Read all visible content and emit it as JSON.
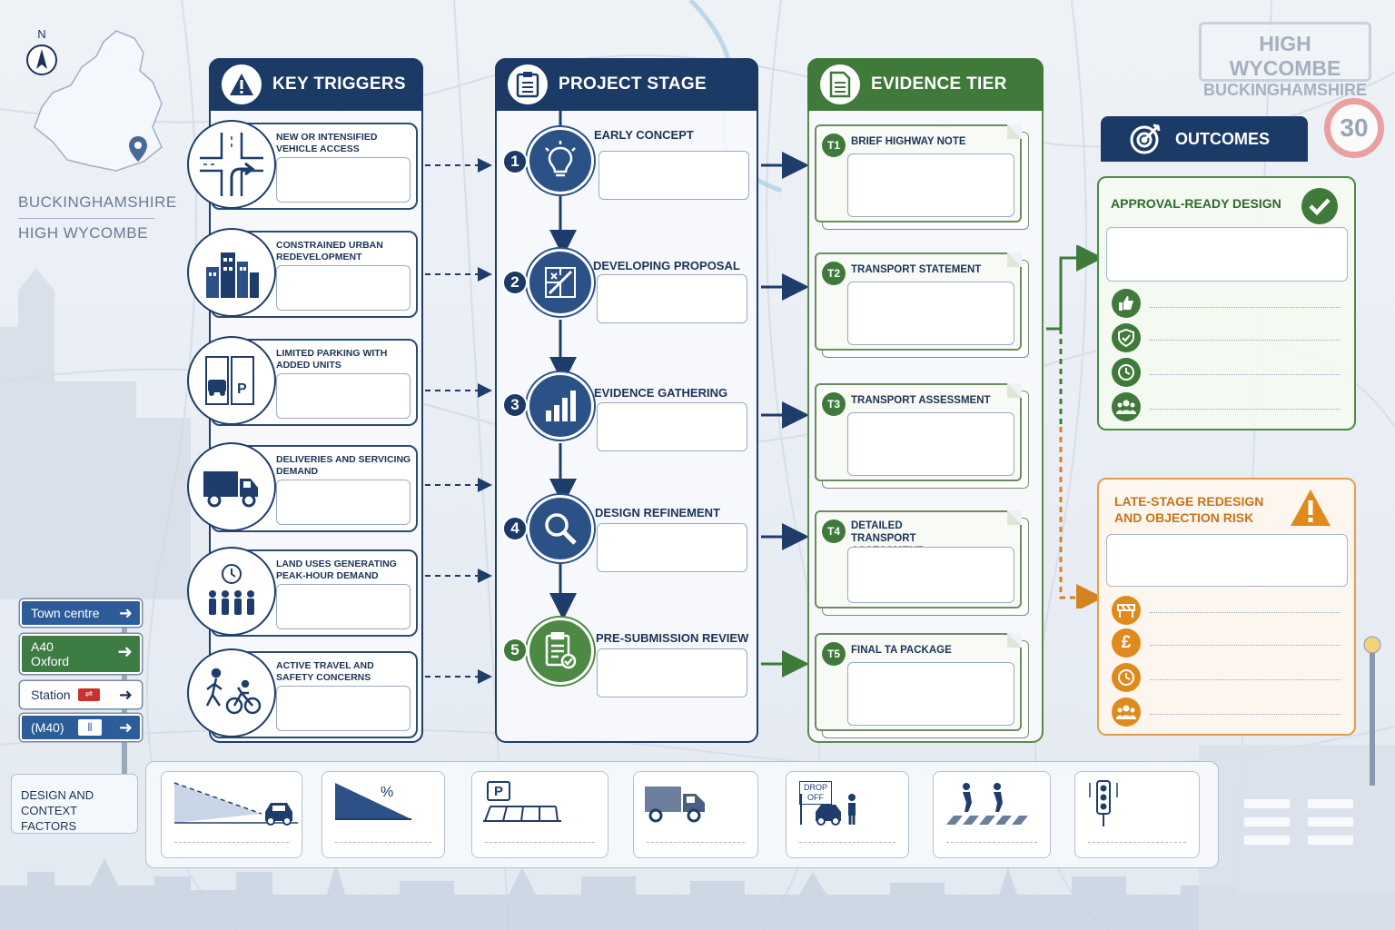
{
  "header_sign": {
    "line1": "HIGH WYCOMBE",
    "line2": "BUCKINGHAMSHIRE",
    "speed_limit": "30"
  },
  "locator": {
    "north": "N",
    "county": "BUCKINGHAMSHIRE",
    "town": "HIGH WYCOMBE"
  },
  "road_signs": [
    {
      "text": "Town centre",
      "sub": "",
      "color": "#2d5c9a",
      "text_color": "#ffffff"
    },
    {
      "text": "A40",
      "sub": "Oxford",
      "color": "#3d7d44",
      "text_color": "#ffffff"
    },
    {
      "text": "Station",
      "sub": "",
      "color": "#ffffff",
      "text_color": "#1d3356"
    },
    {
      "text": "(M40)",
      "sub": "",
      "color": "#2d5c9a",
      "text_color": "#ffffff"
    }
  ],
  "columns": {
    "triggers": {
      "title": "KEY TRIGGERS",
      "icon": "warning-icon",
      "items": [
        {
          "label": "NEW OR INTENSIFIED VEHICLE ACCESS",
          "icon": "junction-icon"
        },
        {
          "label": "CONSTRAINED URBAN REDEVELOPMENT",
          "icon": "buildings-icon"
        },
        {
          "label": "LIMITED PARKING WITH ADDED UNITS",
          "icon": "parking-icon"
        },
        {
          "label": "DELIVERIES AND SERVICING DEMAND",
          "icon": "truck-icon"
        },
        {
          "label": "LAND USES GENERATING PEAK-HOUR DEMAND",
          "icon": "peak-crowd-icon"
        },
        {
          "label": "ACTIVE TRAVEL AND SAFETY CONCERNS",
          "icon": "walk-cycle-icon"
        }
      ]
    },
    "stages": {
      "title": "PROJECT STAGE",
      "icon": "clipboard-icon",
      "items": [
        {
          "num": "1",
          "label": "EARLY CONCEPT",
          "icon": "lightbulb-icon"
        },
        {
          "num": "2",
          "label": "DEVELOPING PROPOSAL",
          "icon": "plan-drawing-icon"
        },
        {
          "num": "3",
          "label": "EVIDENCE GATHERING",
          "icon": "bar-chart-icon"
        },
        {
          "num": "4",
          "label": "DESIGN REFINEMENT",
          "icon": "magnifier-icon"
        },
        {
          "num": "5",
          "label": "PRE-SUBMISSION REVIEW",
          "icon": "checklist-icon"
        }
      ]
    },
    "tiers": {
      "title": "EVIDENCE TIER",
      "icon": "document-icon",
      "items": [
        {
          "badge": "T1",
          "label": "BRIEF HIGHWAY NOTE"
        },
        {
          "badge": "T2",
          "label": "TRANSPORT STATEMENT"
        },
        {
          "badge": "T3",
          "label": "TRANSPORT ASSESSMENT"
        },
        {
          "badge": "T4",
          "label": "DETAILED TRANSPORT ASSESSMENT"
        },
        {
          "badge": "T5",
          "label": "FINAL TA PACKAGE"
        }
      ]
    }
  },
  "outcomes": {
    "title": "OUTCOMES",
    "positive": {
      "title": "APPROVAL-READY DESIGN",
      "status_icon": "check-icon",
      "color": "#3f7a3a",
      "rows": [
        "thumbs-up-icon",
        "shield-check-icon",
        "clock-icon",
        "people-icon"
      ]
    },
    "negative": {
      "title": "LATE-STAGE REDESIGN AND OBJECTION RISK",
      "status_icon": "warning-icon",
      "color": "#d4841e",
      "rows": [
        "barrier-icon",
        "pound-icon",
        "clock-icon",
        "people-icon"
      ]
    }
  },
  "factors": {
    "title": "DESIGN AND CONTEXT FACTORS",
    "items": [
      {
        "icon": "visibility-splay-icon",
        "badge": ""
      },
      {
        "icon": "gradient-icon",
        "badge": "%"
      },
      {
        "icon": "parking-bays-icon",
        "badge": "P"
      },
      {
        "icon": "delivery-truck-icon",
        "badge": ""
      },
      {
        "icon": "drop-off-icon",
        "badge": "DROP OFF"
      },
      {
        "icon": "crossing-icon",
        "badge": ""
      },
      {
        "icon": "traffic-signal-icon",
        "badge": ""
      }
    ]
  }
}
